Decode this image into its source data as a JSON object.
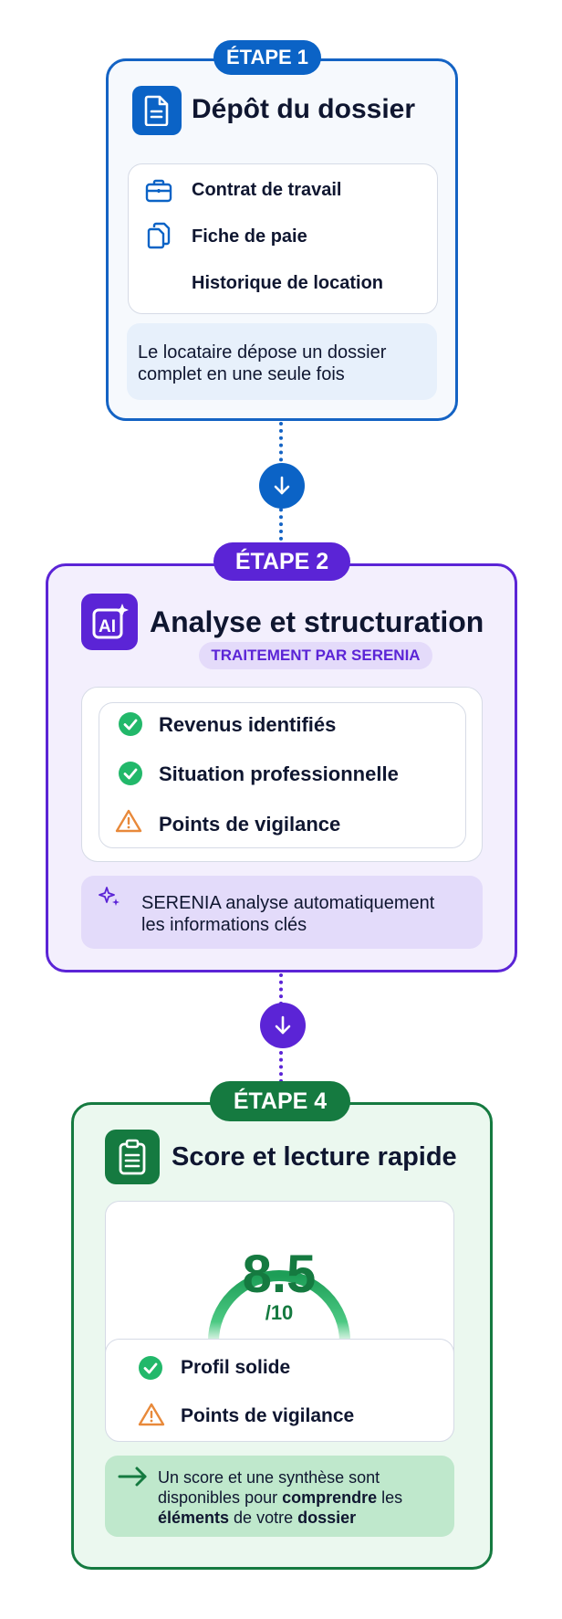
{
  "colors": {
    "step1": "#0b63c6",
    "step2": "#5b24d6",
    "step4": "#157a40",
    "success": "#22b86a",
    "warning": "#e8893a"
  },
  "step1": {
    "badge": "ÉTAPE 1",
    "title": "Dépôt du dossier",
    "icon": "document-icon",
    "items": [
      {
        "icon": "briefcase-icon",
        "label": "Contrat de travail"
      },
      {
        "icon": "copy-documents-icon",
        "label": "Fiche de paie"
      },
      {
        "icon": "",
        "label": "Historique de location"
      }
    ],
    "note_line1": "Le locataire dépose un dossier",
    "note_line2": "complet en une seule fois"
  },
  "step2": {
    "badge": "ÉTAPE 2",
    "title": "Analyse et structuration",
    "icon": "ai-sparkle-icon",
    "pill": "TRAITEMENT PAR SERENIA",
    "items": [
      {
        "icon": "check-circle-icon",
        "label": "Revenus identifiés"
      },
      {
        "icon": "check-circle-icon",
        "label": "Situation professionnelle"
      },
      {
        "icon": "warning-triangle-icon",
        "label": "Points de vigilance"
      }
    ],
    "note_line1": "SERENIA analyse automatiquement",
    "note_line2": "les informations clés"
  },
  "step4": {
    "badge": "ÉTAPE 4",
    "title": "Score et lecture rapide",
    "icon": "clipboard-icon",
    "score": "8.5",
    "score_max": "/10",
    "score_fraction": 0.85,
    "items": [
      {
        "icon": "check-circle-icon",
        "label": "Profil solide"
      },
      {
        "icon": "warning-triangle-icon",
        "label": "Points de vigilance"
      }
    ],
    "note": {
      "l1": "Un score et une synthèse sont",
      "l2a": "disponibles pour ",
      "l2b": "comprendre",
      "l2c": " les",
      "l3a": "éléments",
      "l3b": " de votre ",
      "l3c": "dossier"
    }
  }
}
